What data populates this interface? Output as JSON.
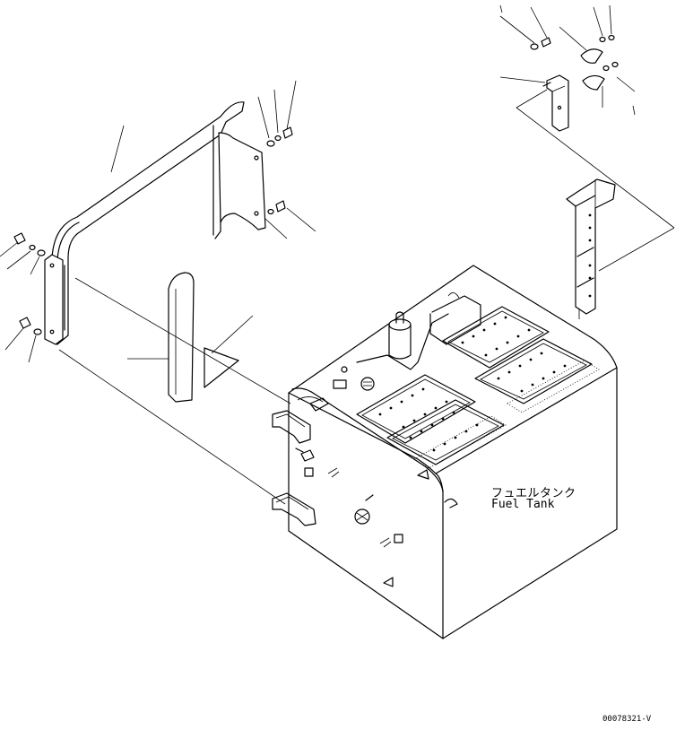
{
  "labels": {
    "part_name_jp": "フュエルタンク",
    "part_name_en": "Fuel Tank",
    "drawing_code": "00078321-V"
  },
  "colors": {
    "line": "#000000",
    "background": "#ffffff"
  }
}
